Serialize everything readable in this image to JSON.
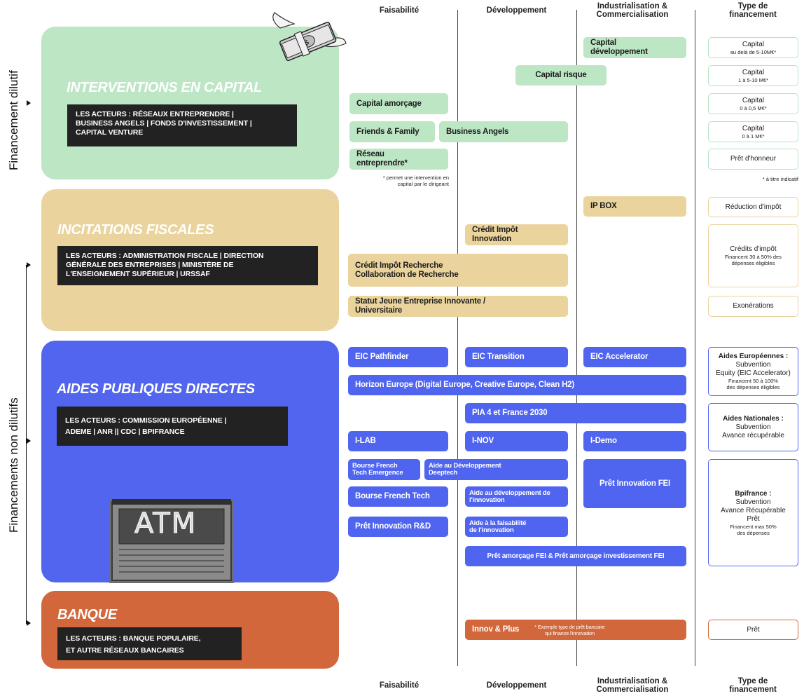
{
  "columns": {
    "feasibility": "Faisabilité",
    "development": "Développement",
    "industrialisation_line1": "Industrialisation &",
    "industrialisation_line2": "Commercialisation",
    "financing_line1": "Type de",
    "financing_line2": "financement"
  },
  "side_labels": {
    "dilutive": "Financement dilutif",
    "non_dilutive": "Financements non dilutifs"
  },
  "sections": {
    "capital": {
      "title": "INTERVENTIONS EN CAPITAL",
      "actors_line1": "LES ACTEURS :  RÉSEAUX ENTREPRENDRE |",
      "actors_line2": "BUSINESS ANGELS | FONDS D'INVESTISSEMENT |",
      "actors_line3": "CAPITAL VENTURE",
      "color": "#bde6c5",
      "icon": "flying-money-icon"
    },
    "fiscal": {
      "title": "INCITATIONS FISCALES",
      "actors_line1": "LES ACTEURS :  ADMINISTRATION FISCALE | DIRECTION",
      "actors_line2": "GÉNÉRALE DES ENTREPRISES | MINISTÈRE DE",
      "actors_line3": "L'ENSEIGNEMENT SUPÉRIEUR | URSSAF",
      "color": "#ead39c"
    },
    "public": {
      "title": "AIDES PUBLIQUES DIRECTES",
      "actors_line1": "LES ACTEURS :  COMMISSION  EUROPÉENNE |",
      "actors_line2": "ADEME  | ANR || CDC | BPIFRANCE",
      "color": "#5165ef",
      "icon": "atm-machine-icon",
      "atm_text": "ATM"
    },
    "bank": {
      "title": "BANQUE",
      "actors_line1": "LES ACTEURS :  BANQUE POPULAIRE,",
      "actors_line2": "ET AUTRE RÉSEAUX BANCAIRES",
      "color": "#d1673a"
    }
  },
  "capital_pills": {
    "dev_capital_line1": "Capital",
    "dev_capital_line2": "développement",
    "venture": "Capital risque",
    "seed": "Capital amorçage",
    "friends": "Friends & Family",
    "angels": "Business Angels",
    "reseau_line1": "Réseau",
    "reseau_line2": "entreprendre*",
    "reseau_note_line1": "* permet une intervention en",
    "reseau_note_line2": "capital par le dirigeant"
  },
  "fiscal_pills": {
    "ipbox": "IP BOX",
    "cii_line1": "Crédit Impôt",
    "cii_line2": "Innovation",
    "cir_line1": "Crédit Impôt Recherche",
    "cir_line2": "Collaboration de Recherche",
    "jei_line1": "Statut Jeune Entreprise Innovante /",
    "jei_line2": "Universitaire"
  },
  "public_pills": {
    "pathfinder": "EIC Pathfinder",
    "transition": "EIC Transition",
    "accelerator": "EIC Accelerator",
    "horizon": "Horizon Europe (Digital Europe, Creative Europe, Clean H2)",
    "pia": "PIA 4 et France 2030",
    "ilab": "I-LAB",
    "inov": "I-NOV",
    "idemo": "I-Demo",
    "bfte_line1": "Bourse French",
    "bfte_line2": "Tech Emergence",
    "add_line1": "Aide au Développement",
    "add_line2": "Deeptech",
    "pif": "Prêt Innovation FEI",
    "bft": "Bourse French Tech",
    "adi_line1": "Aide au développement de",
    "adi_line2": "l'innovation",
    "pird": "Prêt Innovation R&D",
    "afi_line1": "Aide à la faisabilité",
    "afi_line2": "de l'innovation",
    "pa": "Prêt amorçage FEI & Prêt amorçage investissement FEI"
  },
  "bank_pills": {
    "innov": "Innov & Plus",
    "note_line1": "* Exemple type de prêt bancaire",
    "note_line2": "qui finance  l'innovation"
  },
  "financing_types": {
    "cap1_line1": "Capital",
    "cap1_line2": "au delà de 5-10M€*",
    "cap2_line1": "Capital",
    "cap2_line2": "1 à 5-10 M€*",
    "cap3_line1": "Capital",
    "cap3_line2": "0 à 0,5 M€*",
    "cap4_line1": "Capital",
    "cap4_line2": "0 à 1 M€*",
    "honneur": "Prêt d'honneur",
    "indicatif": "* à titre indicatif",
    "reduction": "Réduction d'impôt",
    "credits_line1": "Crédits d'impôt",
    "credits_line2": "Financent 30 à 50% des",
    "credits_line3": "dépenses éligibles",
    "exon": "Exonérations",
    "eu_line1": "Aides Européennes :",
    "eu_line2": "Subvention",
    "eu_line3": "Equity (EIC Accelerator)",
    "eu_line4": "Financent 50 à 100%",
    "eu_line5": "des dépenses éligibles",
    "nat_line1": "Aides Nationales :",
    "nat_line2": "Subvention",
    "nat_line3": "Avance récupérable",
    "bpi_line1": "Bpifrance :",
    "bpi_line2": "Subvention",
    "bpi_line3": "Avance Récupérable",
    "bpi_line4": "Prêt",
    "bpi_line5": "Financent max 50%",
    "bpi_line6": "des dépenses",
    "pret": "Prêt"
  }
}
